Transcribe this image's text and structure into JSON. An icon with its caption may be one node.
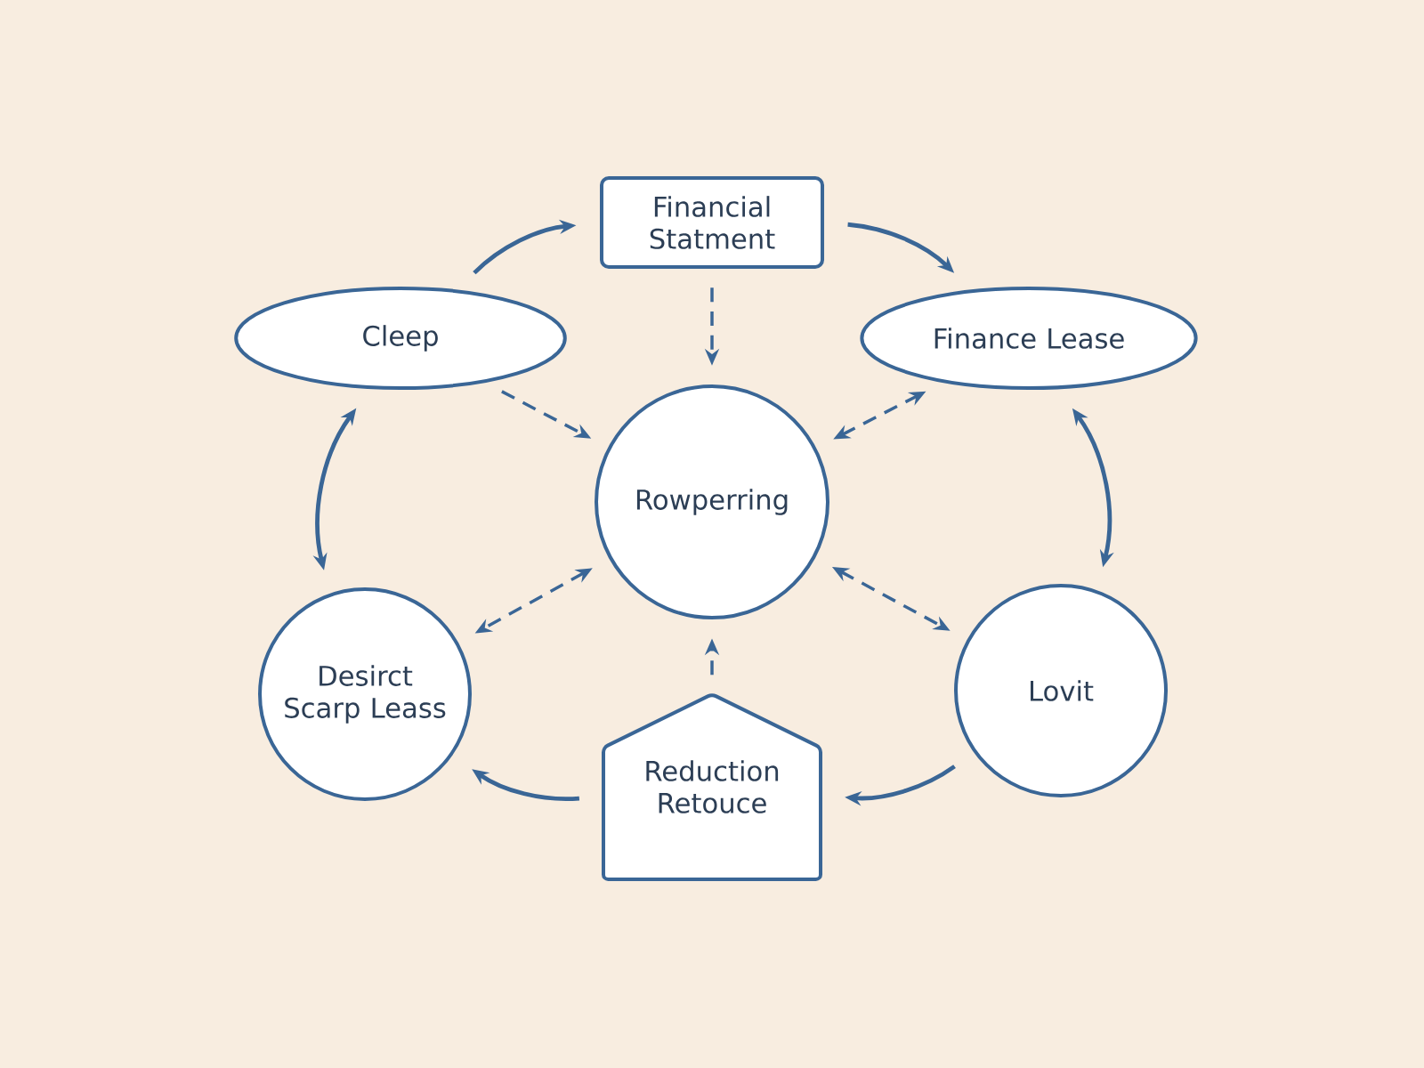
{
  "diagram": {
    "nodes": [
      {
        "text": [
          "Financial Statment"
        ]
      },
      {
        "text": [
          "Cleep"
        ]
      },
      {
        "text": [
          "Finance Lease"
        ]
      },
      {
        "text": [
          "Rowperring"
        ]
      },
      {
        "text": [
          "Desirct Scarp Leass"
        ]
      },
      {
        "text": [
          "Lovit"
        ]
      },
      {
        "text": [
          "Reduction Retouce"
        ]
      }
    ],
    "edges": [
      {
        "from": 1,
        "to": 0,
        "arrow": "to"
      },
      {
        "from": 0,
        "to": 2,
        "arrow": "to"
      },
      {
        "from": 2,
        "to": 5,
        "arrow": "both"
      },
      {
        "from": 5,
        "to": 6,
        "arrow": "to"
      },
      {
        "from": 6,
        "to": 4,
        "arrow": "to"
      },
      {
        "from": 4,
        "to": 1,
        "arrow": "both"
      },
      {
        "from": 0,
        "to": 3,
        "arrow": "to",
        "style": "dashed"
      },
      {
        "from": 1,
        "to": 3,
        "arrow": "to",
        "style": "dashed"
      },
      {
        "from": 3,
        "to": 2,
        "arrow": "both",
        "style": "dashed"
      },
      {
        "from": 3,
        "to": 4,
        "arrow": "both",
        "style": "dashed"
      },
      {
        "from": 3,
        "to": 5,
        "arrow": "both",
        "style": "dashed"
      },
      {
        "from": 6,
        "to": 3,
        "arrow": "to",
        "style": "dashed"
      }
    ]
  }
}
